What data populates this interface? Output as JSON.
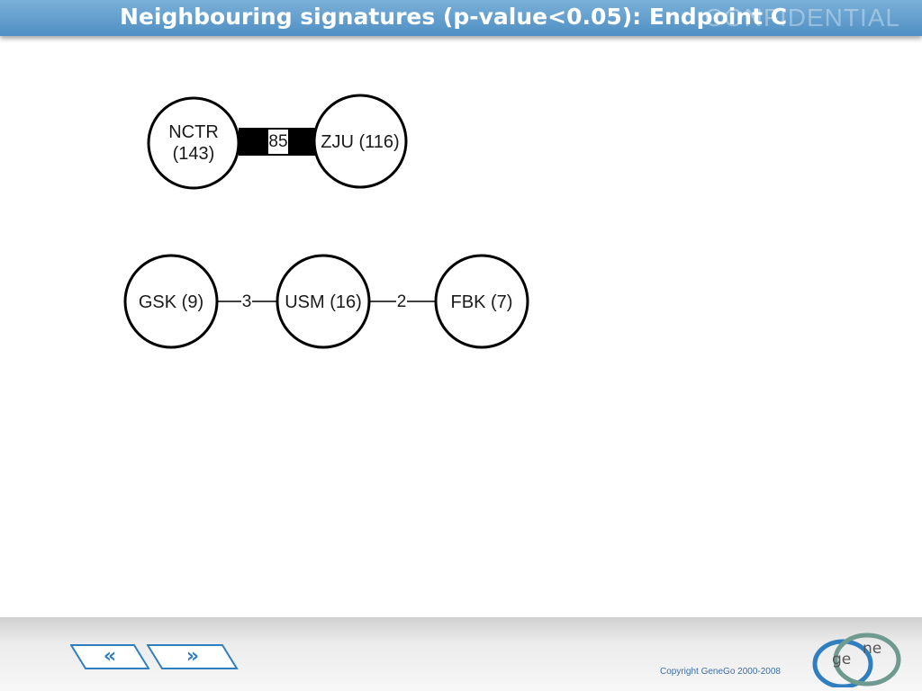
{
  "header": {
    "title": "Neighbouring signatures (p-value<0.05): Endpoint C",
    "watermark": "CONFIDENTIAL"
  },
  "diagram": {
    "networks": [
      {
        "nodes": [
          {
            "id": "nctr",
            "lines": [
              "NCTR",
              "(143)"
            ]
          },
          {
            "id": "zju",
            "lines": [
              "ZJU (116)"
            ]
          }
        ],
        "edges": [
          {
            "from": "nctr",
            "to": "zju",
            "label": "85",
            "weight": "heavy"
          }
        ]
      },
      {
        "nodes": [
          {
            "id": "gsk",
            "lines": [
              "GSK (9)"
            ]
          },
          {
            "id": "usm",
            "lines": [
              "USM (16)"
            ]
          },
          {
            "id": "fbk",
            "lines": [
              "FBK (7)"
            ]
          }
        ],
        "edges": [
          {
            "from": "gsk",
            "to": "usm",
            "label": "3",
            "weight": "thin"
          },
          {
            "from": "usm",
            "to": "fbk",
            "label": "2",
            "weight": "thin"
          }
        ]
      }
    ]
  },
  "footer": {
    "prev_label": "«",
    "next_label": "»",
    "copyright": "Copyright GeneGo 2000-2008",
    "logo": {
      "part1": "ge",
      "part2": "ne"
    }
  },
  "colors": {
    "header_blue": "#5a98cc",
    "accent_blue": "#2f7fc0"
  }
}
